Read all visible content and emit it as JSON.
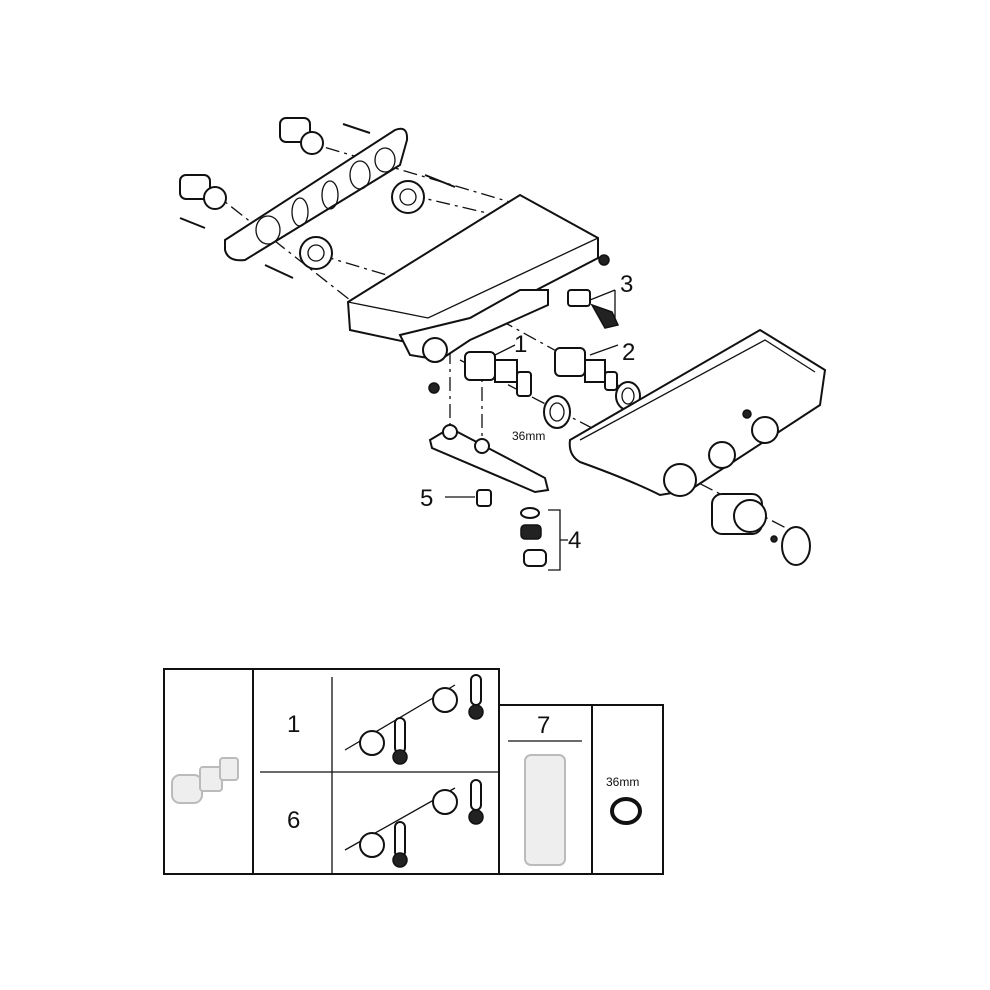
{
  "diagram": {
    "callouts": {
      "c1": "1",
      "c2": "2",
      "c3": "3",
      "c4": "4",
      "c5": "5",
      "size_main": "36mm"
    },
    "parts_table": {
      "row1_label": "1",
      "row2_label": "6",
      "tool_label": "7",
      "nut_size": "36mm"
    }
  }
}
